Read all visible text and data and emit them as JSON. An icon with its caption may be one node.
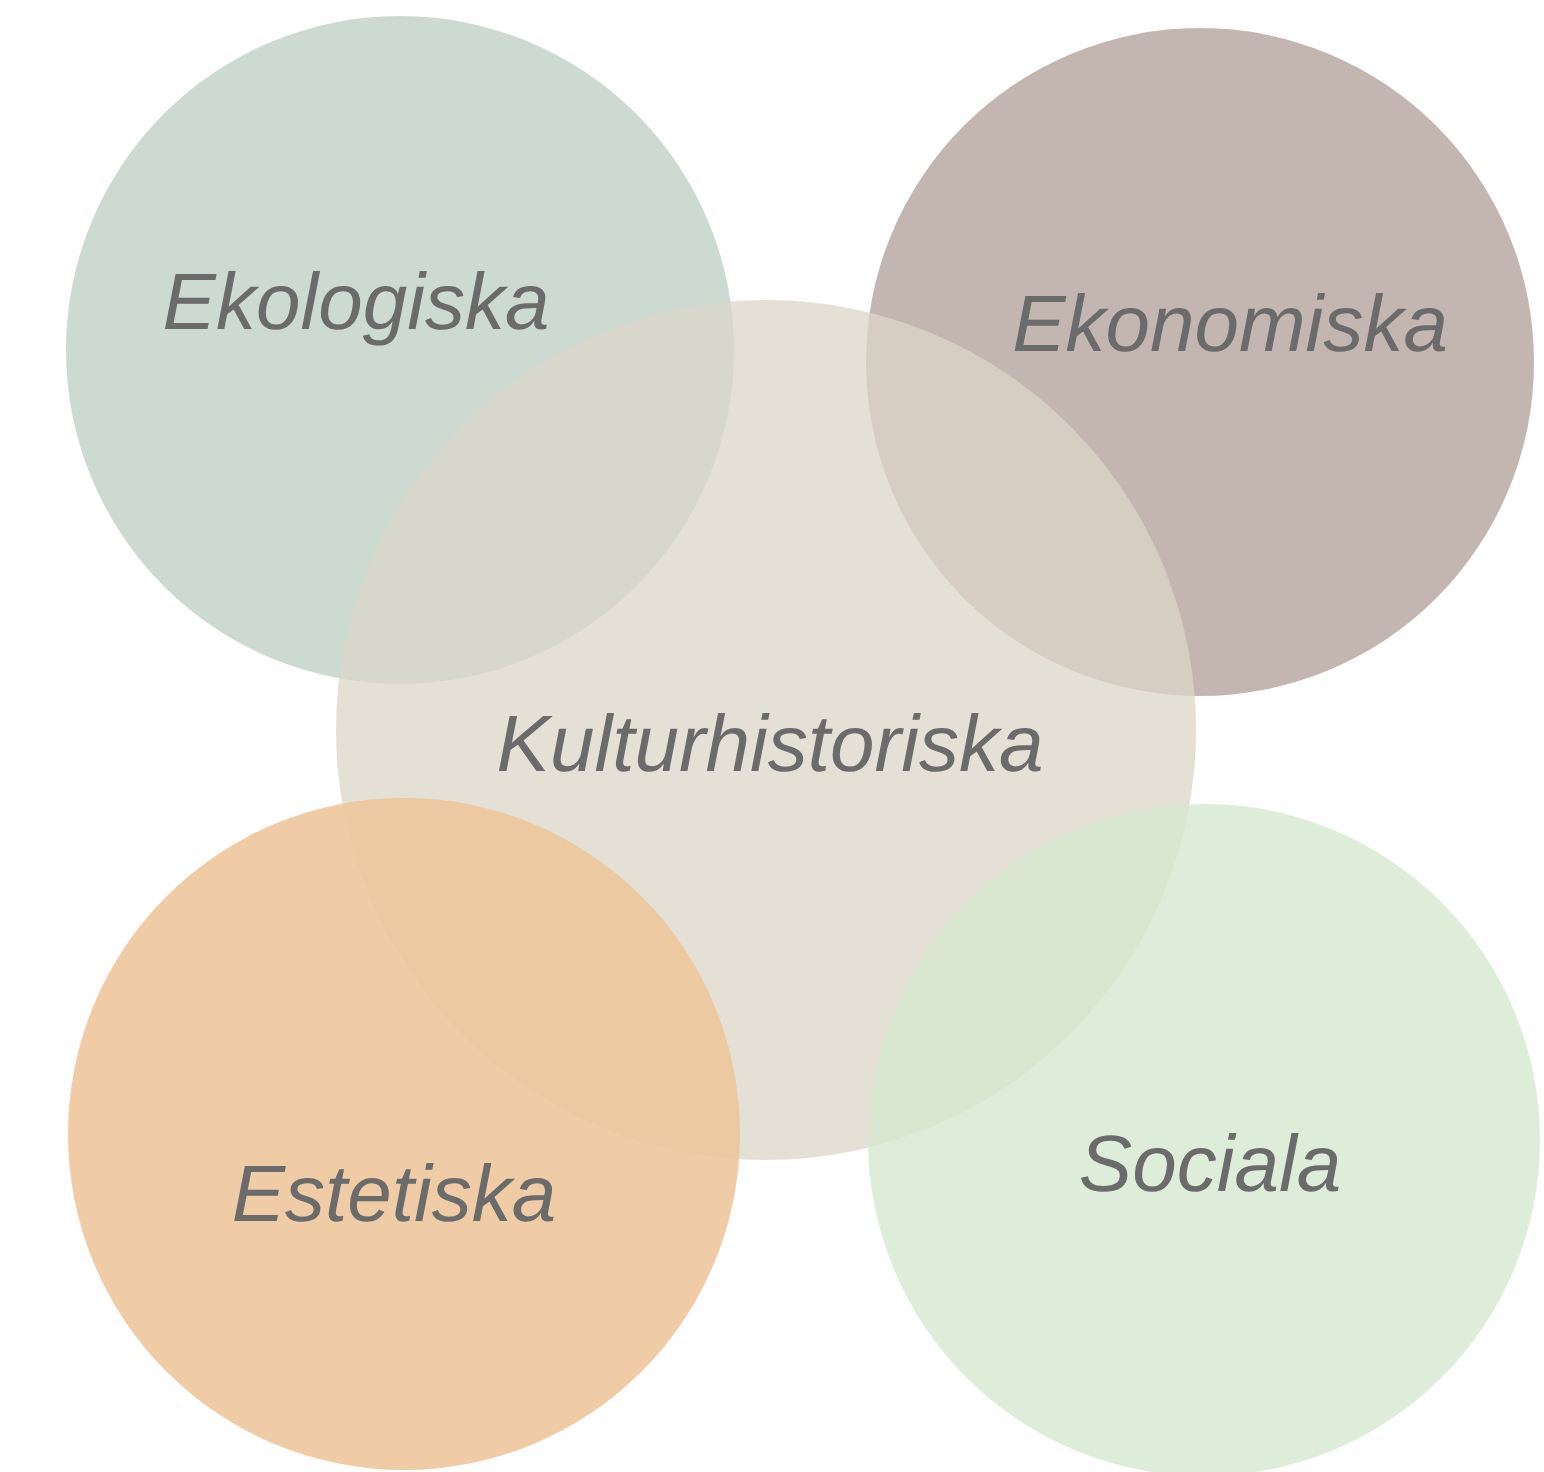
{
  "diagram": {
    "nodes": [
      {
        "text": [
          "Ekologiska"
        ]
      },
      {
        "text": [
          "Ekonomiska"
        ]
      },
      {
        "text": [
          "Kulturhistoriska"
        ]
      },
      {
        "text": [
          "Estetiska"
        ]
      },
      {
        "text": [
          "Sociala"
        ]
      }
    ]
  }
}
